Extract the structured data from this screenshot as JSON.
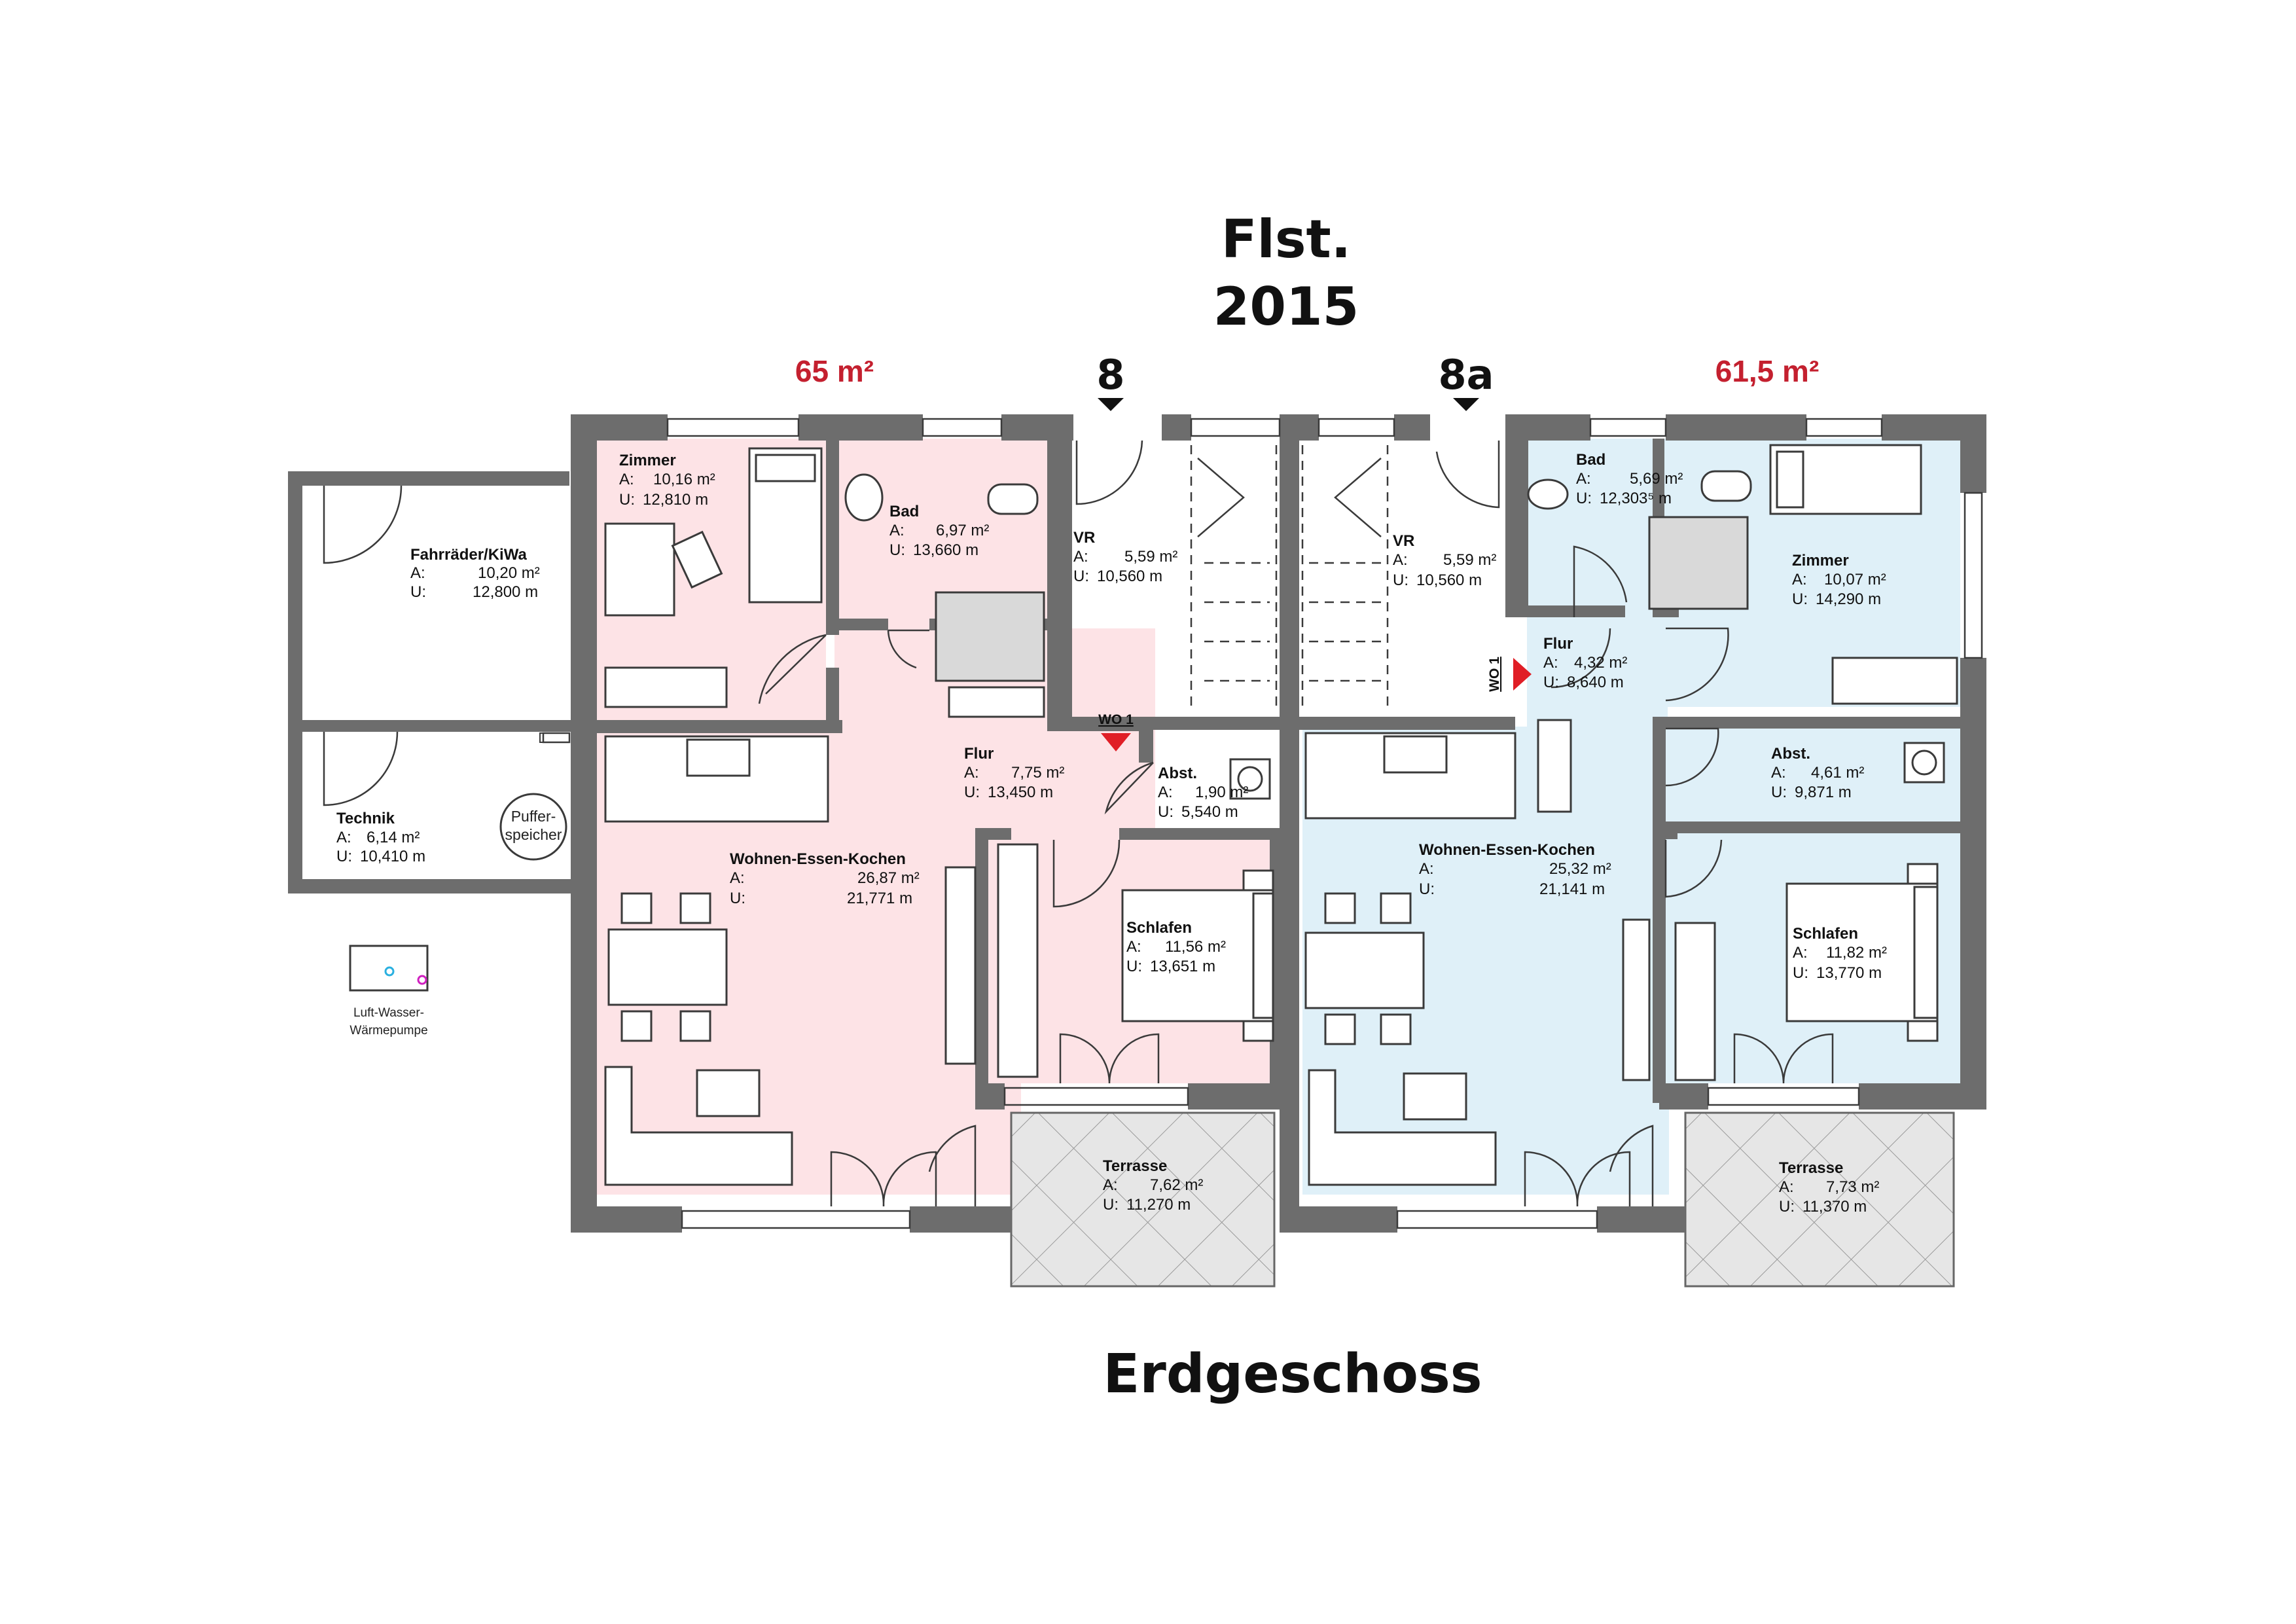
{
  "header": {
    "flst_label": "Flst.",
    "flst_number": "2015"
  },
  "footer": {
    "floor_name": "Erdgeschoss"
  },
  "units": {
    "left": {
      "house_number": "8",
      "area_total": "65 m²",
      "entry_label": "WO 1",
      "color": "#fde3e6"
    },
    "right": {
      "house_number": "8a",
      "area_total": "61,5 m²",
      "entry_label": "WO 1",
      "color": "#dff0f8"
    }
  },
  "rooms": {
    "fahrraeder": {
      "name": "Fahrräder/KiWa",
      "area_label": "A:",
      "area": "10,20 m²",
      "perimeter_label": "U:",
      "perimeter": "12,800 m"
    },
    "technik": {
      "name": "Technik",
      "area_label": "A:",
      "area": "6,14 m²",
      "perimeter_label": "U:",
      "perimeter": "10,410 m"
    },
    "zimmer_l": {
      "name": "Zimmer",
      "area_label": "A:",
      "area": "10,16 m²",
      "perimeter_label": "U:",
      "perimeter": "12,810 m"
    },
    "bad_l": {
      "name": "Bad",
      "area_label": "A:",
      "area": "6,97 m²",
      "perimeter_label": "U:",
      "perimeter": "13,660 m"
    },
    "vr_l": {
      "name": "VR",
      "area_label": "A:",
      "area": "5,59 m²",
      "perimeter_label": "U:",
      "perimeter": "10,560 m"
    },
    "flur_l": {
      "name": "Flur",
      "area_label": "A:",
      "area": "7,75 m²",
      "perimeter_label": "U:",
      "perimeter": "13,450 m"
    },
    "abst_l": {
      "name": "Abst.",
      "area_label": "A:",
      "area": "1,90 m²",
      "perimeter_label": "U:",
      "perimeter": "5,540 m"
    },
    "wek_l": {
      "name": "Wohnen-Essen-Kochen",
      "area_label": "A:",
      "area": "26,87 m²",
      "perimeter_label": "U:",
      "perimeter": "21,771 m"
    },
    "schlafen_l": {
      "name": "Schlafen",
      "area_label": "A:",
      "area": "11,56 m²",
      "perimeter_label": "U:",
      "perimeter": "13,651 m"
    },
    "terrasse_l": {
      "name": "Terrasse",
      "area_label": "A:",
      "area": "7,62 m²",
      "perimeter_label": "U:",
      "perimeter": "11,270 m"
    },
    "vr_r": {
      "name": "VR",
      "area_label": "A:",
      "area": "5,59 m²",
      "perimeter_label": "U:",
      "perimeter": "10,560 m"
    },
    "bad_r": {
      "name": "Bad",
      "area_label": "A:",
      "area": "5,69 m²",
      "perimeter_label": "U:",
      "perimeter": "12,303⁵ m"
    },
    "zimmer_r": {
      "name": "Zimmer",
      "area_label": "A:",
      "area": "10,07 m²",
      "perimeter_label": "U:",
      "perimeter": "14,290 m"
    },
    "flur_r": {
      "name": "Flur",
      "area_label": "A:",
      "area": "4,32 m²",
      "perimeter_label": "U:",
      "perimeter": "8,640 m"
    },
    "abst_r": {
      "name": "Abst.",
      "area_label": "A:",
      "area": "4,61 m²",
      "perimeter_label": "U:",
      "perimeter": "9,871 m"
    },
    "wek_r": {
      "name": "Wohnen-Essen-Kochen",
      "area_label": "A:",
      "area": "25,32 m²",
      "perimeter_label": "U:",
      "perimeter": "21,141 m"
    },
    "schlafen_r": {
      "name": "Schlafen",
      "area_label": "A:",
      "area": "11,82 m²",
      "perimeter_label": "U:",
      "perimeter": "13,770 m"
    },
    "terrasse_r": {
      "name": "Terrasse",
      "area_label": "A:",
      "area": "7,73 m²",
      "perimeter_label": "U:",
      "perimeter": "11,370 m"
    }
  },
  "equipment": {
    "pufferspeicher_line1": "Puffer-",
    "pufferspeicher_line2": "speicher",
    "heat_pump_line1": "Luft-Wasser-",
    "heat_pump_line2": "Wärmepumpe"
  }
}
